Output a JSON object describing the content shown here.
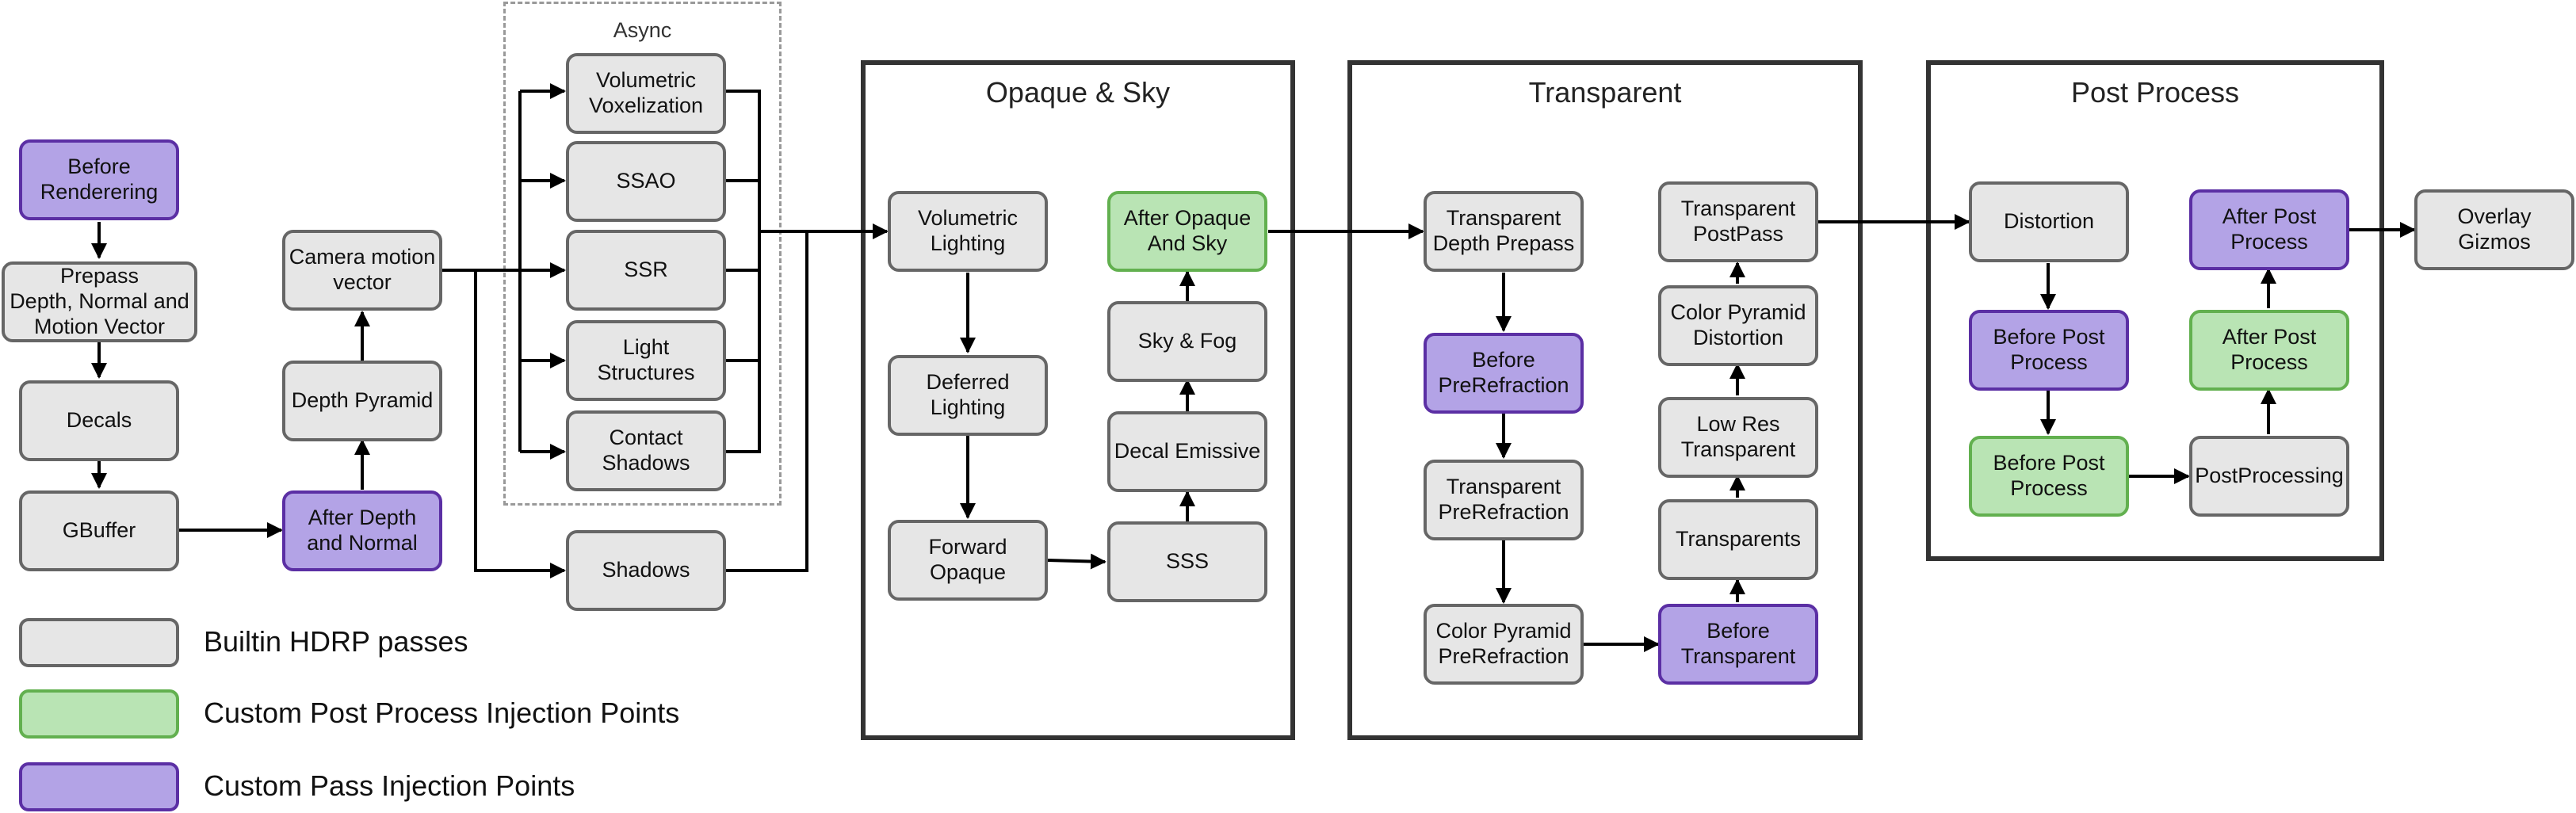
{
  "groups": {
    "async": "Async",
    "opaque": "Opaque & Sky",
    "transparent": "Transparent",
    "post": "Post Process"
  },
  "nodes": {
    "before_rendering": "Before\nRenderering",
    "prepass": "Prepass\nDepth, Normal and\nMotion Vector",
    "decals": "Decals",
    "gbuffer": "GBuffer",
    "after_depth_normal": "After Depth\nand Normal",
    "depth_pyramid": "Depth Pyramid",
    "camera_motion": "Camera motion\nvector",
    "vol_voxel": "Volumetric\nVoxelization",
    "ssao": "SSAO",
    "ssr": "SSR",
    "light_structures": "Light\nStructures",
    "contact_shadows": "Contact\nShadows",
    "shadows": "Shadows",
    "vol_lighting": "Volumetric\nLighting",
    "deferred_lighting": "Deferred\nLighting",
    "forward_opaque": "Forward\nOpaque",
    "sss": "SSS",
    "decal_emissive": "Decal Emissive",
    "sky_fog": "Sky & Fog",
    "after_opaque_sky": "After Opaque\nAnd Sky",
    "transparent_depth_prepass": "Transparent\nDepth Prepass",
    "before_prerefraction": "Before\nPreRefraction",
    "transparent_prerefraction": "Transparent\nPreRefraction",
    "color_pyramid_prerefraction": "Color Pyramid\nPreRefraction",
    "before_transparent": "Before\nTransparent",
    "transparents": "Transparents",
    "low_res_transparent": "Low Res\nTransparent",
    "color_pyramid_distortion": "Color Pyramid\nDistortion",
    "transparent_postpass": "Transparent\nPostPass",
    "distortion": "Distortion",
    "before_post_process_purple": "Before Post\nProcess",
    "before_post_process_green": "Before Post\nProcess",
    "postprocessing": "PostProcessing",
    "after_post_process_green": "After Post\nProcess",
    "after_post_process_purple": "After Post\nProcess",
    "overlay_gizmos": "Overlay\nGizmos"
  },
  "legend": {
    "builtin": "Builtin HDRP passes",
    "custom_post": "Custom Post Process Injection Points",
    "custom_pass": "Custom Pass Injection Points"
  },
  "colors": {
    "builtin_fill": "#e6e6e6",
    "builtin_border": "#666666",
    "green_fill": "#b9e4b4",
    "green_border": "#62b04f",
    "purple_fill": "#b3a3e6",
    "purple_border": "#5b2fa4",
    "frame": "#333333",
    "arrow": "#000000"
  }
}
